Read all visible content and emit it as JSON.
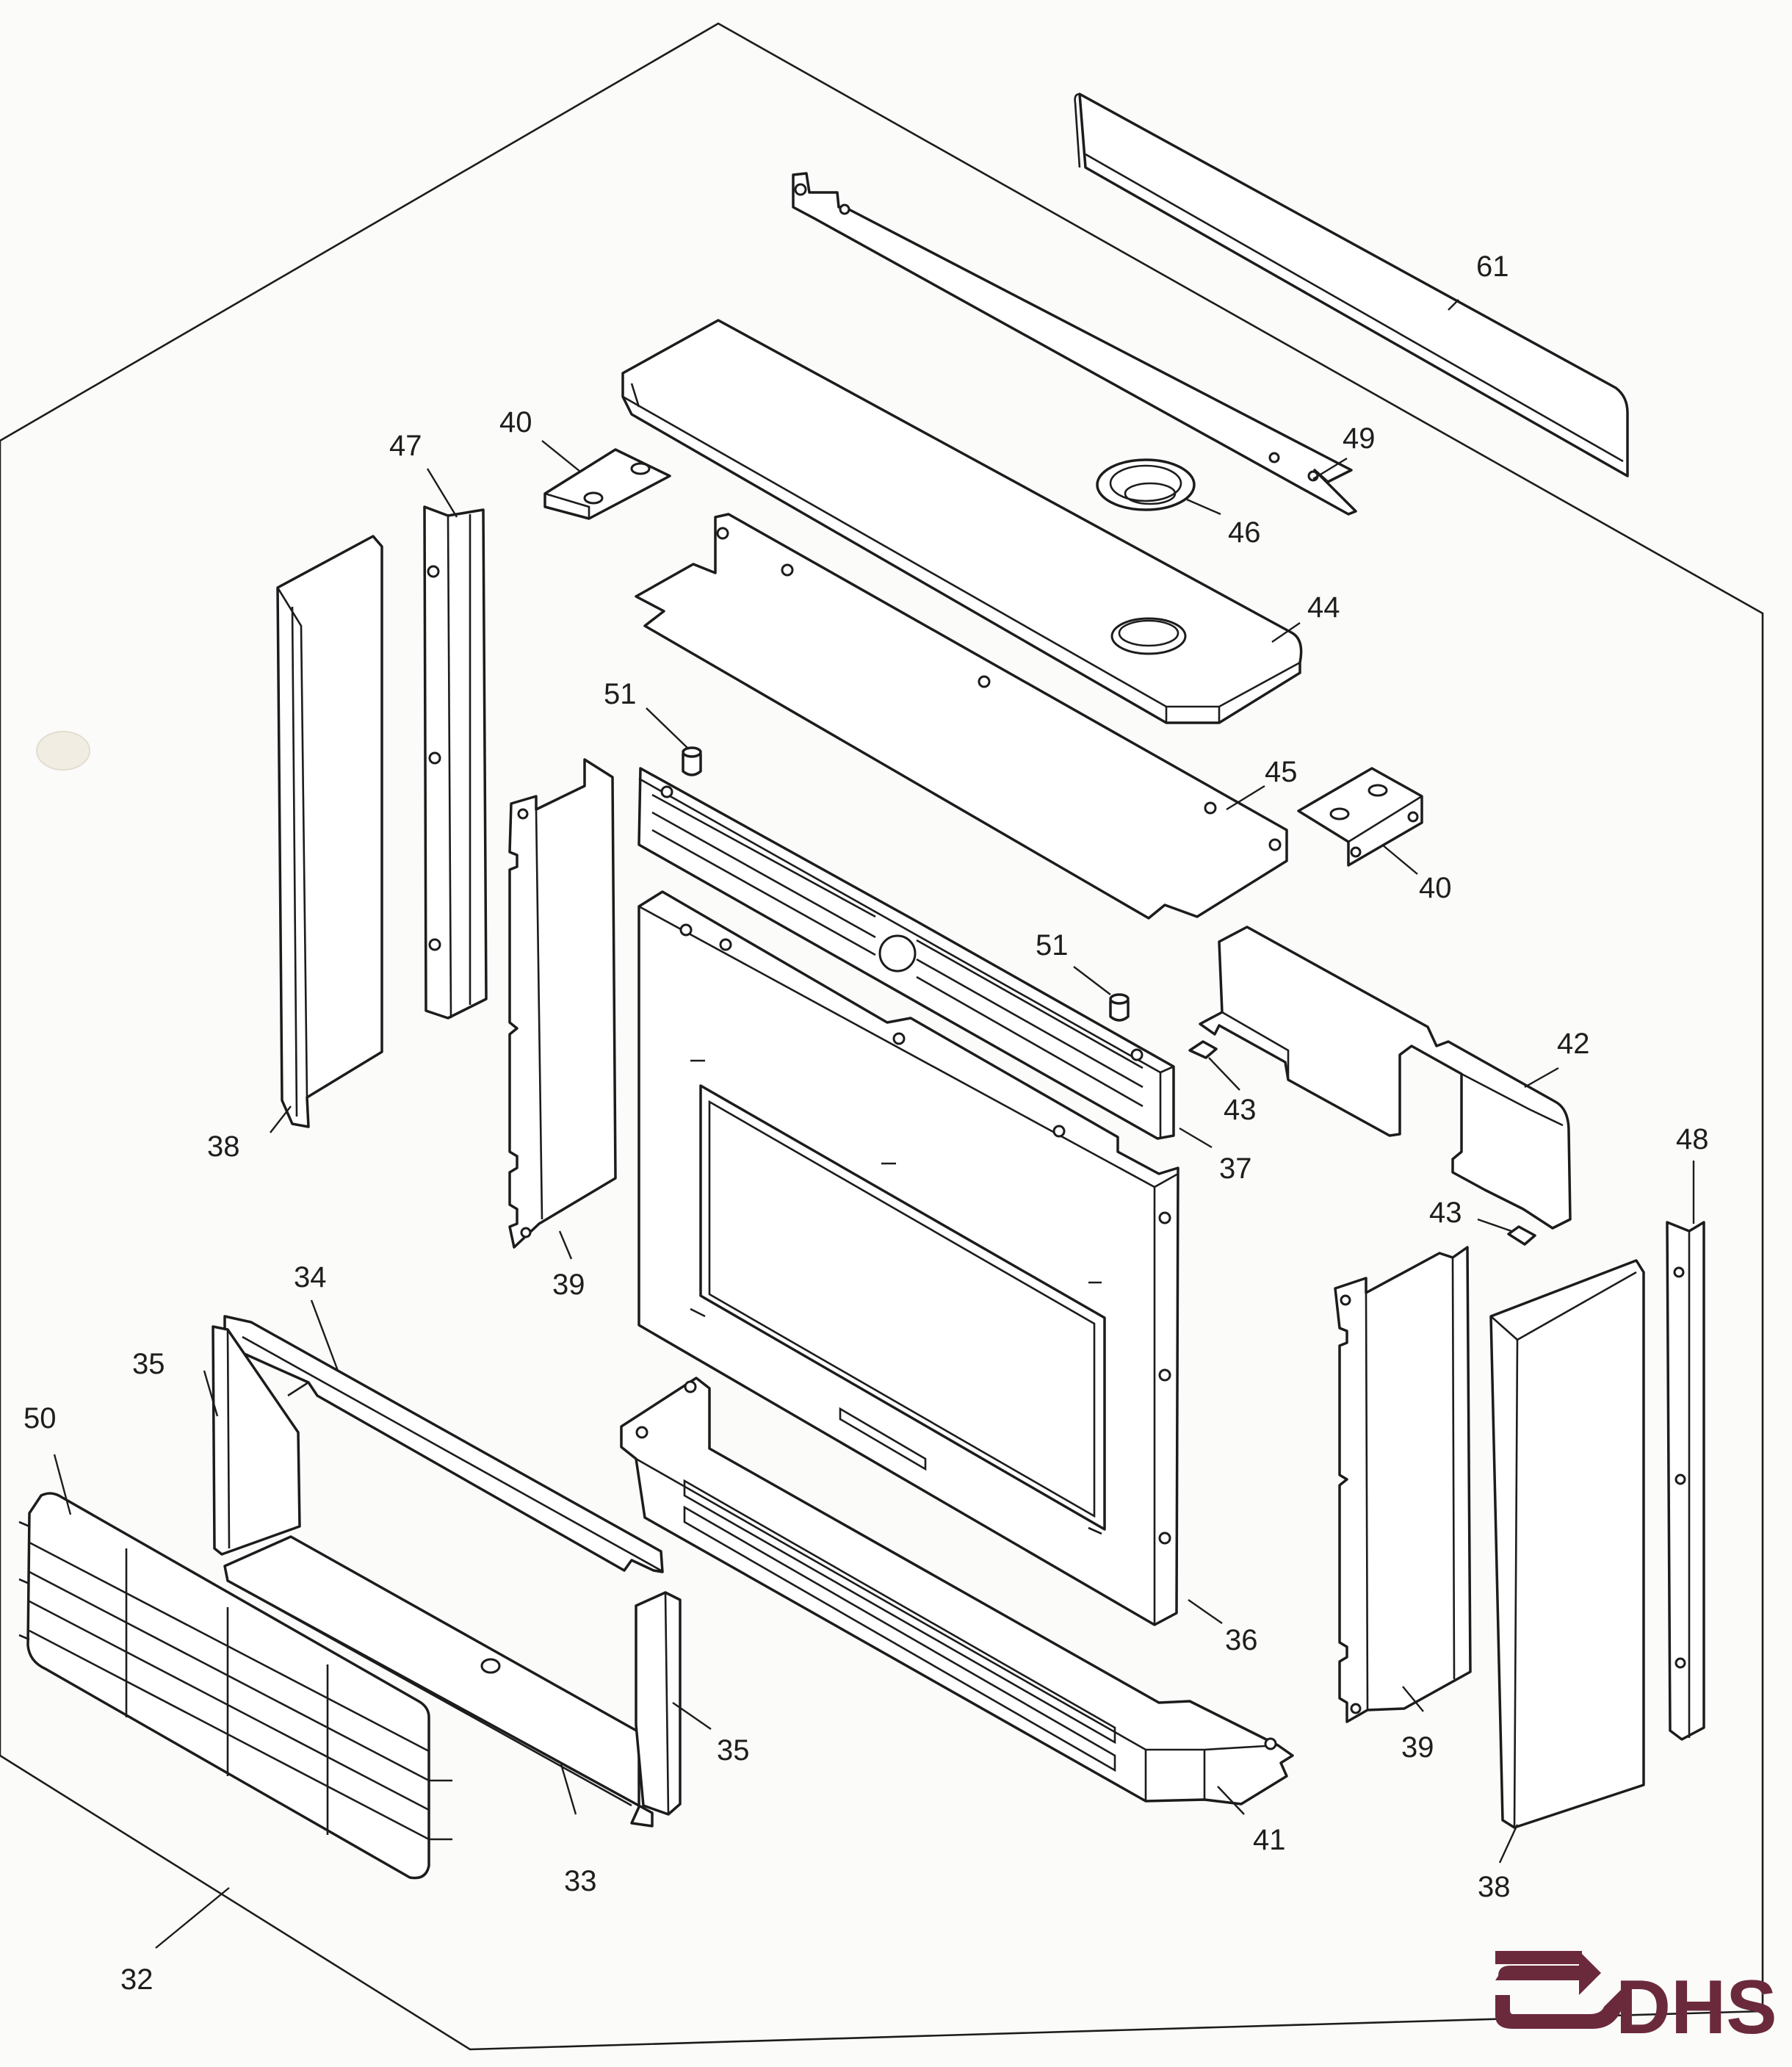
{
  "diagram": {
    "callouts": [
      {
        "id": "61",
        "label": "61"
      },
      {
        "id": "49",
        "label": "49"
      },
      {
        "id": "46",
        "label": "46"
      },
      {
        "id": "44",
        "label": "44"
      },
      {
        "id": "40a",
        "label": "40"
      },
      {
        "id": "47",
        "label": "47"
      },
      {
        "id": "45",
        "label": "45"
      },
      {
        "id": "40b",
        "label": "40"
      },
      {
        "id": "51a",
        "label": "51"
      },
      {
        "id": "51b",
        "label": "51"
      },
      {
        "id": "42",
        "label": "42"
      },
      {
        "id": "43a",
        "label": "43"
      },
      {
        "id": "43b",
        "label": "43"
      },
      {
        "id": "37",
        "label": "37"
      },
      {
        "id": "38a",
        "label": "38"
      },
      {
        "id": "39a",
        "label": "39"
      },
      {
        "id": "48",
        "label": "48"
      },
      {
        "id": "34",
        "label": "34"
      },
      {
        "id": "35a",
        "label": "35"
      },
      {
        "id": "50",
        "label": "50"
      },
      {
        "id": "36",
        "label": "36"
      },
      {
        "id": "35b",
        "label": "35"
      },
      {
        "id": "39b",
        "label": "39"
      },
      {
        "id": "41",
        "label": "41"
      },
      {
        "id": "33",
        "label": "33"
      },
      {
        "id": "38b",
        "label": "38"
      },
      {
        "id": "32",
        "label": "32"
      }
    ]
  },
  "logo": {
    "text": "DHS",
    "color": "#6b2a3c"
  },
  "colors": {
    "line": "#1c1c1c",
    "paper": "#fbfbfa"
  }
}
